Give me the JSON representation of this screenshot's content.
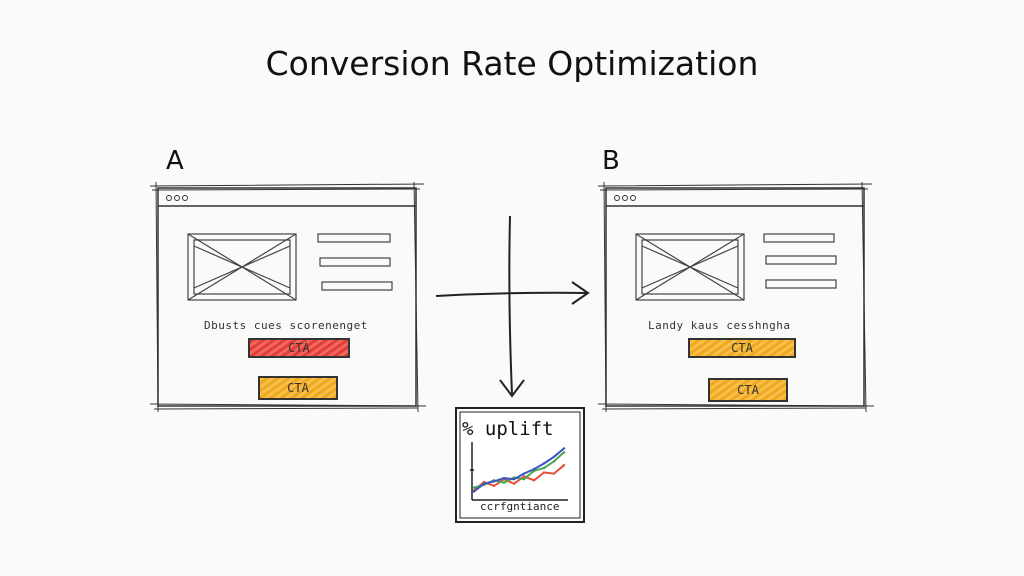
{
  "title": "Conversion Rate Optimization",
  "variants": {
    "a": {
      "label": "A",
      "scribble": "Dbusts cues scorenenget",
      "cta_primary": "CTA",
      "cta_secondary": "CTA",
      "colors": {
        "primary": "#e43b3b",
        "secondary": "#f0a820"
      }
    },
    "b": {
      "label": "B",
      "scribble": "Landy kaus cesshngha",
      "cta_primary": "CTA",
      "cta_secondary": "CTA",
      "colors": {
        "primary": "#f0a820",
        "secondary": "#f0a820"
      }
    }
  },
  "chart": {
    "title": "% uplift",
    "xlabel": "ccrfgntiance"
  },
  "chart_data": {
    "type": "line",
    "title": "% uplift",
    "xlabel": "ccrfgntiance",
    "ylabel": "",
    "x": [
      0,
      1,
      2,
      3,
      4,
      5,
      6,
      7,
      8,
      9
    ],
    "series": [
      {
        "color": "#e4503b",
        "values": [
          0.1,
          0.25,
          0.18,
          0.3,
          0.22,
          0.35,
          0.28,
          0.42,
          0.4,
          0.55
        ]
      },
      {
        "color": "#4aa84a",
        "values": [
          0.15,
          0.2,
          0.28,
          0.24,
          0.33,
          0.3,
          0.45,
          0.5,
          0.62,
          0.78
        ]
      },
      {
        "color": "#3a55c4",
        "values": [
          0.08,
          0.22,
          0.26,
          0.32,
          0.3,
          0.4,
          0.48,
          0.58,
          0.7,
          0.85
        ]
      }
    ],
    "ylim": [
      0,
      1
    ],
    "grid": false
  }
}
